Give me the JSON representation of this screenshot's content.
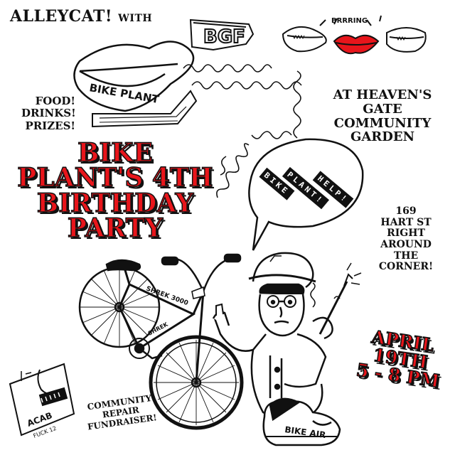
{
  "header": {
    "alleycat": "ALLEYCAT!",
    "with": "WITH",
    "logo": "BGF"
  },
  "phone": {
    "ring": "BRRRING"
  },
  "mouth": {
    "label": "BIKE PLANT"
  },
  "food": {
    "line1": "FOOD!",
    "line2": "DRINKS!",
    "line3": "PRIZES!"
  },
  "venue": {
    "line1": "AT HEAVEN'S",
    "line2": "GATE",
    "line3": "COMMUNITY",
    "line4": "GARDEN"
  },
  "title": {
    "line1": "BIKE",
    "line2": "PLANT'S 4TH",
    "line3": "BIRTHDAY",
    "line4": "PARTY"
  },
  "speech": {
    "word1": "BIKE",
    "word2": "PLANT!",
    "word3": "HELP!"
  },
  "address": {
    "line1": "169",
    "line2": "HART ST",
    "line3": "RIGHT",
    "line4": "AROUND",
    "line5": "THE",
    "line6": "CORNER!"
  },
  "date": {
    "line1": "APRIL",
    "line2": "19TH",
    "line3": "5 - 8 PM"
  },
  "bike": {
    "frame_label": "SHREK 3000",
    "top_label": "SHREK"
  },
  "fundraiser": {
    "line1": "COMMUNITY",
    "line2": "REPAIR",
    "line3": "FUNDRAISER!"
  },
  "sticker": {
    "acab": "ACAB",
    "fuck": "FUCK 12"
  },
  "shoe": {
    "label": "BIKE AIR"
  },
  "colors": {
    "red": "#e8151b",
    "ink": "#111111",
    "paper": "#ffffff"
  }
}
